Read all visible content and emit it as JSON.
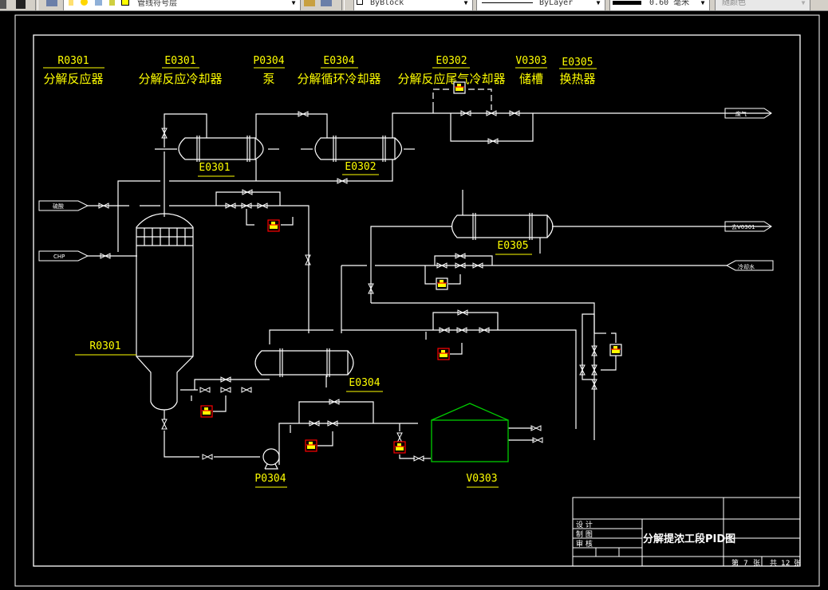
{
  "toolbar": {
    "layer_name": "管线符号层",
    "color_value": "ByBlock",
    "linetype_value": "ByLayer",
    "lineweight_value": "0.60 毫米",
    "plotstyle_value": "随颜色"
  },
  "legend": [
    {
      "tag": "R0301",
      "name": "分解反应器"
    },
    {
      "tag": "E0301",
      "name": "分解反应冷却器"
    },
    {
      "tag": "P0304",
      "name": "泵"
    },
    {
      "tag": "E0304",
      "name": "分解循环冷却器"
    },
    {
      "tag": "E0302",
      "name": "分解反应尾气冷却器"
    },
    {
      "tag": "V0303",
      "name": "储槽"
    },
    {
      "tag": "E0305",
      "name": "换热器"
    }
  ],
  "equipment_labels": {
    "e0301": "E0301",
    "e0302": "E0302",
    "e0305": "E0305",
    "r0301": "R0301",
    "e0304": "E0304",
    "p0304": "P0304",
    "v0303": "V0303"
  },
  "streams": {
    "tail_gas": "废气",
    "acid_in": "硫酸",
    "chp_in": "CHP",
    "to_v0301": "去V0301",
    "cooling_water": "冷却水"
  },
  "title_block": {
    "design": "设 计",
    "draw": "制 图",
    "review": "审 核",
    "drawing_title": "分解提浓工段PID图",
    "sheet_label_pre": "第",
    "sheet_number": "7",
    "sheet_label_post": "张",
    "total_label_pre": "共",
    "total_sheets": "12",
    "total_label_post": "张"
  },
  "colors": {
    "background": "#000000",
    "lines": "#ffffff",
    "labels": "#ffff00",
    "vessel_v0303": "#00cc00",
    "instrument_red": "#ff0000"
  }
}
